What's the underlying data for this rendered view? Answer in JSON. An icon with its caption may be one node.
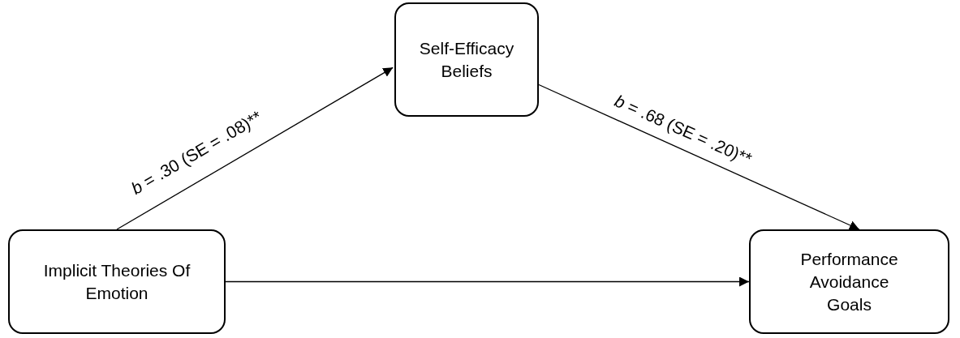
{
  "diagram": {
    "nodes": [
      {
        "text": [
          "Self-Efficacy Beliefs"
        ]
      },
      {
        "text": [
          "Implicit Theories Of Emotion"
        ]
      },
      {
        "text": [
          "Performance Avoidance Goals"
        ]
      }
    ],
    "edges": [
      {
        "from": 1,
        "to": 0,
        "arrow": "to",
        "label": "*b* = .30 (SE = .08)**"
      },
      {
        "from": 0,
        "to": 2,
        "arrow": "to",
        "label": "*b* = .68 (SE = .20)**"
      },
      {
        "from": 1,
        "to": 2,
        "arrow": "to"
      }
    ]
  }
}
